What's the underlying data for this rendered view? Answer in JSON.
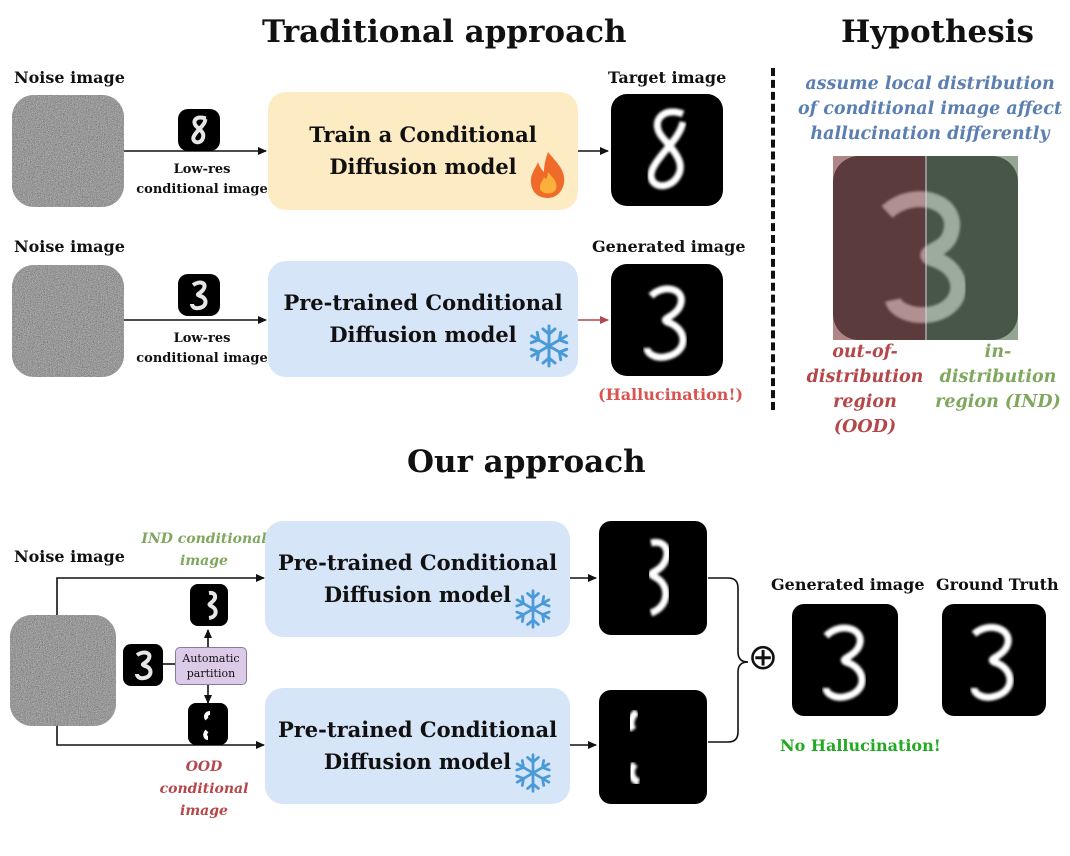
{
  "top": {
    "title": "Traditional approach",
    "row1": {
      "noise_label": "Noise image",
      "cond_label_1": "Low-res",
      "cond_label_2": "conditional image",
      "model_line1": "Train a Conditional",
      "model_line2": "Diffusion model",
      "output_label": "Target image"
    },
    "row2": {
      "noise_label": "Noise image",
      "cond_label_1": "Low-res",
      "cond_label_2": "conditional image",
      "model_line1": "Pre-trained Conditional",
      "model_line2": "Diffusion model",
      "output_label": "Generated image",
      "note": "(Hallucination!)"
    }
  },
  "hypothesis": {
    "title": "Hypothesis",
    "caption_1": "assume local distribution",
    "caption_2": "of conditional image affect",
    "caption_3": "hallucination differently",
    "ood_1": "out-of-",
    "ood_2": "distribution",
    "ood_3": "region (OOD)",
    "ind_1": "in-",
    "ind_2": "distribution",
    "ind_3": "region (IND)"
  },
  "ours": {
    "title": "Our approach",
    "noise_label": "Noise image",
    "ind_label_1": "IND conditional",
    "ind_label_2": "image",
    "ood_label_1": "OOD conditional",
    "ood_label_2": "image",
    "partition_1": "Automatic",
    "partition_2": "partition",
    "model_top_line1": "Pre-trained Conditional",
    "model_top_line2": "Diffusion model",
    "model_bottom_line1": "Pre-trained Conditional",
    "model_bottom_line2": "Diffusion model",
    "plus_symbol": "⊕",
    "generated_label": "Generated image",
    "gt_label": "Ground Truth",
    "result_note": "No Hallucination!"
  },
  "colors": {
    "yellow_box": "#fdebc3",
    "blue_box": "#d6e5f7",
    "hallucination": "#d9534f",
    "ood": "#b5474a",
    "ind": "#7fa75d",
    "hypothesis_caption": "#5b7fb0",
    "no_hallucination": "#22aa22",
    "ood_overlay": "#6e4a4a",
    "ind_overlay": "#55655a"
  },
  "icons": [
    "fire-icon",
    "snowflake-icon",
    "arrow-icon",
    "plus-circle-icon"
  ]
}
